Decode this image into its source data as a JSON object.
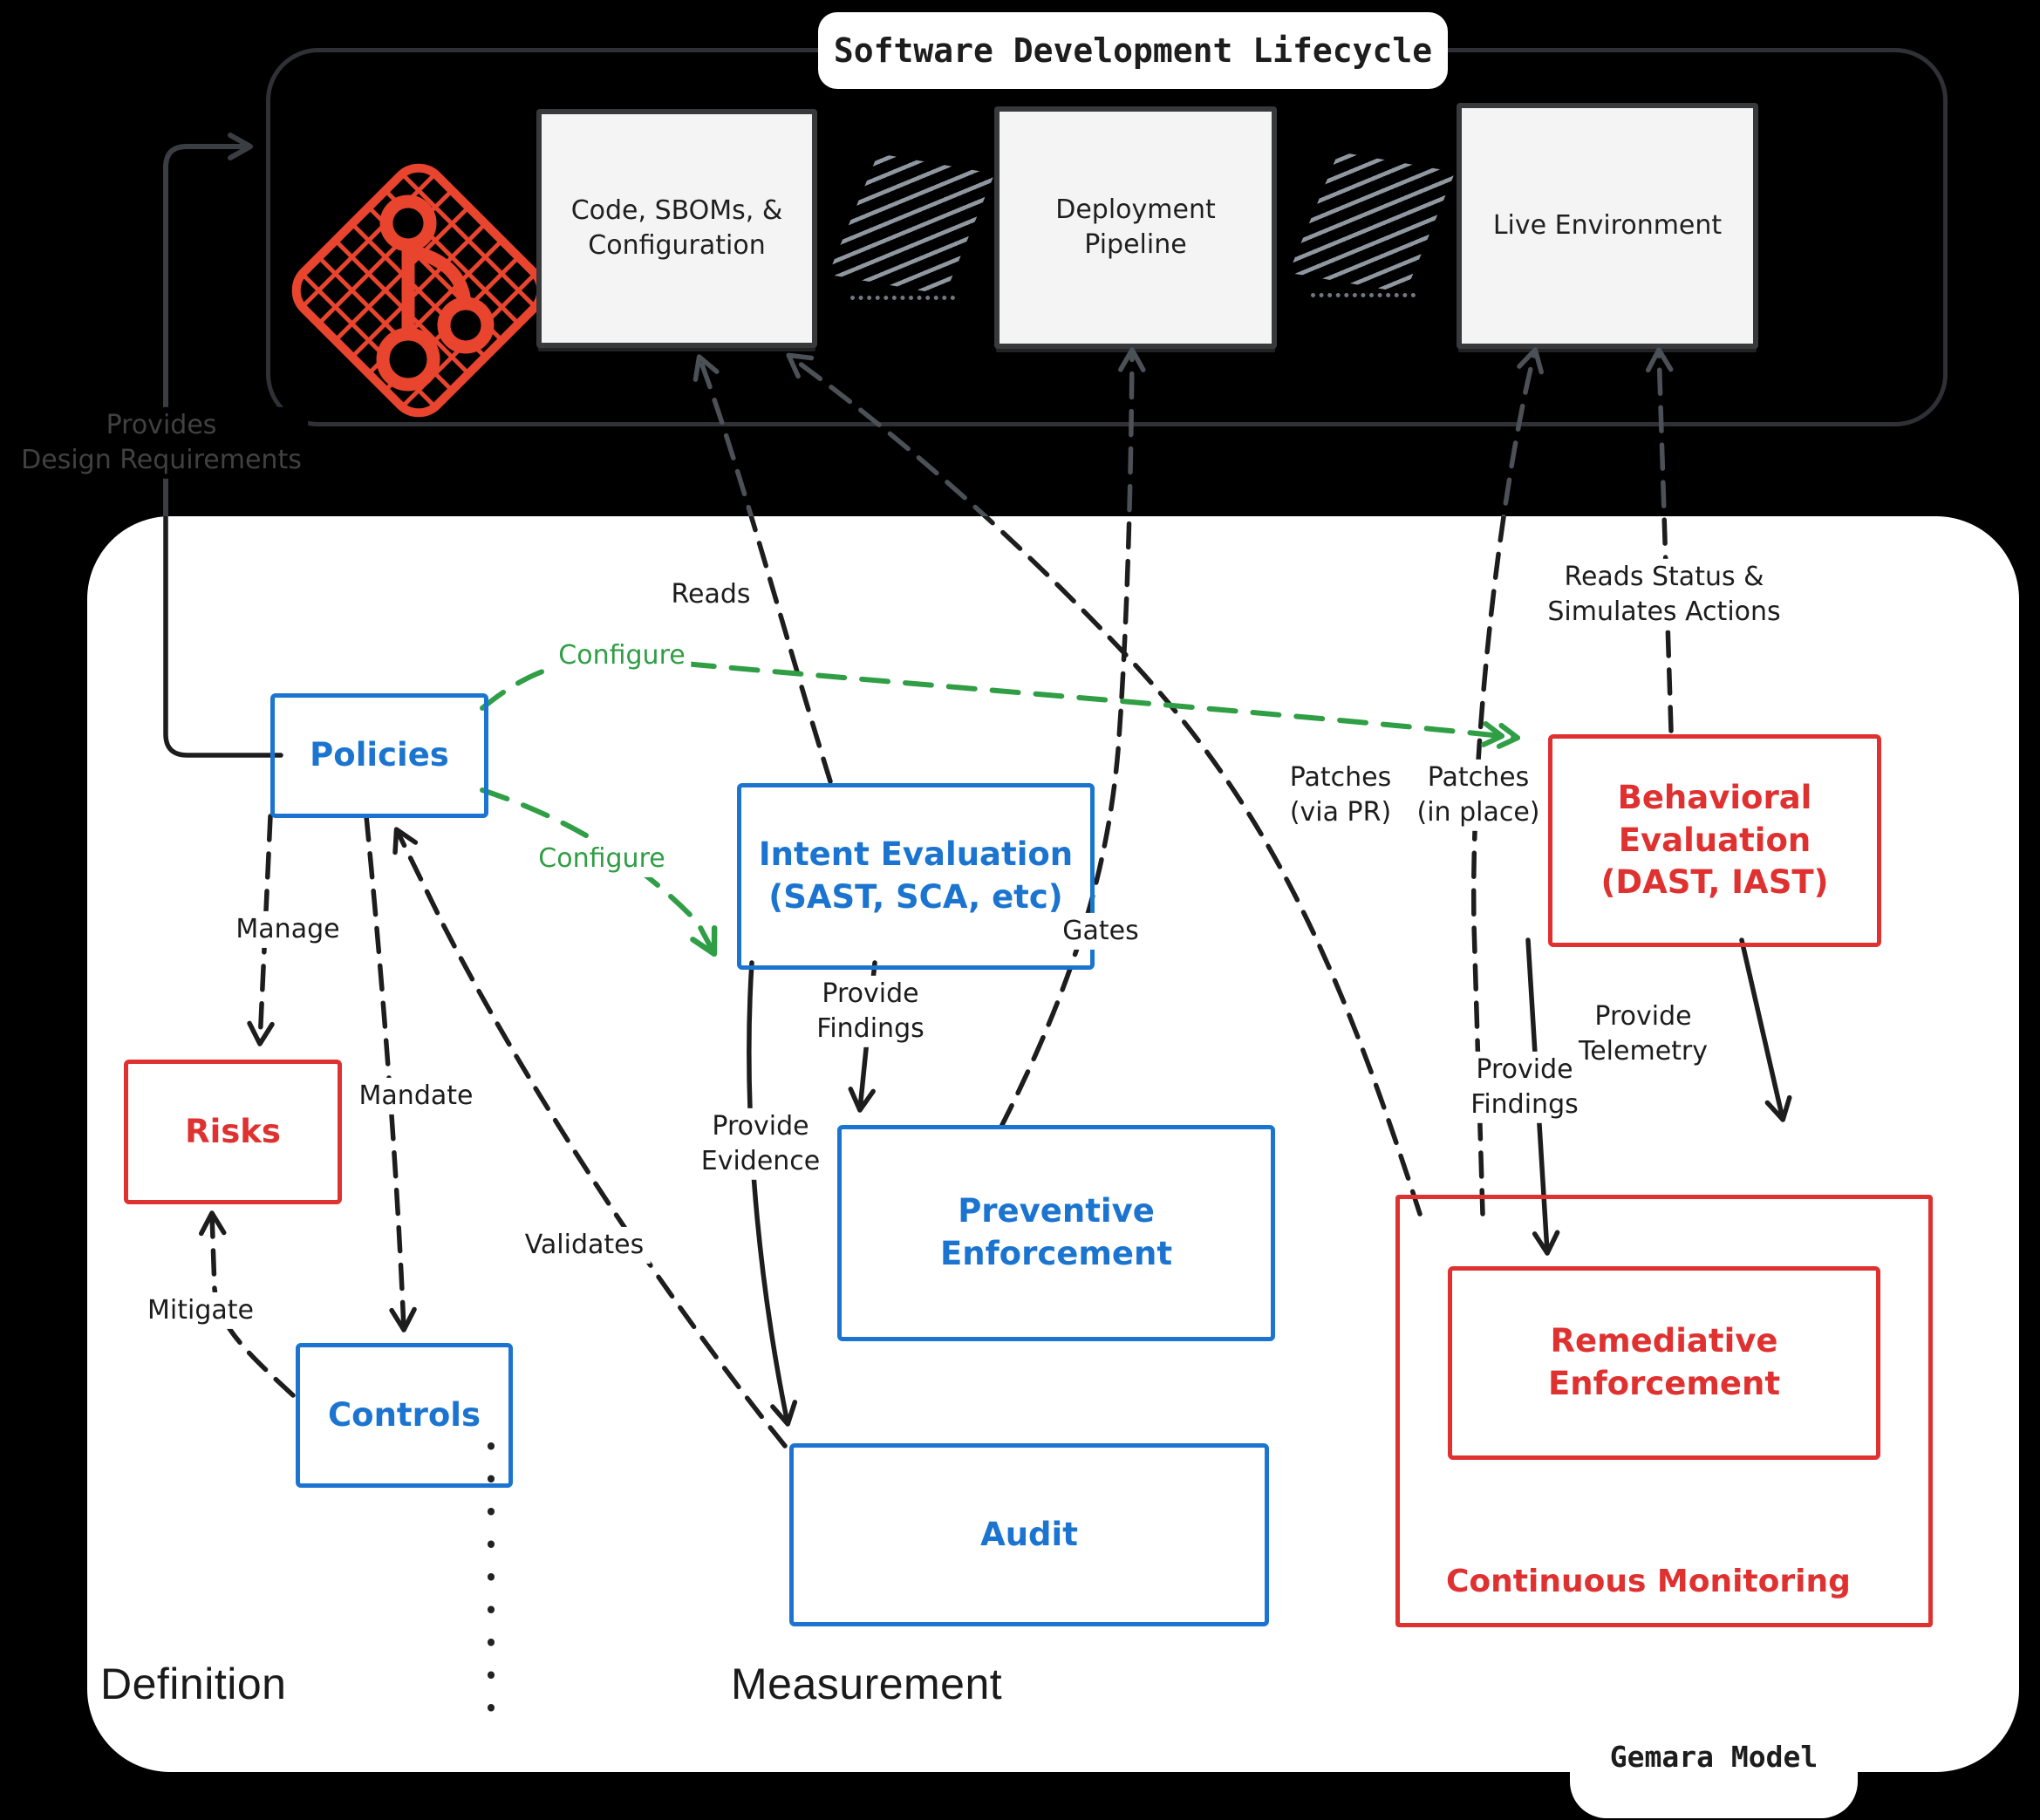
{
  "colors": {
    "blue": "#1b74cf",
    "red": "#e03131",
    "green": "#2f9e44",
    "git_red": "#e8442e"
  },
  "sdlc": {
    "title": "Software Development Lifecycle",
    "git_icon": "git-logo",
    "code_l1": "Code, SBOMs, &",
    "code_l2": "Configuration",
    "deploy_l1": "Deployment",
    "deploy_l2": "Pipeline",
    "live_l1": "Live Environment"
  },
  "model": {
    "tab": "Gemara Model",
    "definition": "Definition",
    "measurement": "Measurement",
    "policies": "Policies",
    "intent_l1": "Intent Evaluation",
    "intent_l2": "(SAST, SCA, etc)",
    "behavioral_l1": "Behavioral",
    "behavioral_l2": "Evaluation",
    "behavioral_l3": "(DAST, IAST)",
    "risks": "Risks",
    "controls": "Controls",
    "preventive_l1": "Preventive",
    "preventive_l2": "Enforcement",
    "audit": "Audit",
    "remediative_l1": "Remediative",
    "remediative_l2": "Enforcement",
    "continuous": "Continuous Monitoring"
  },
  "labels": {
    "provides_l1": "Provides",
    "provides_l2": "Design Requirements",
    "reads": "Reads",
    "configure_top": "Configure",
    "configure_bottom": "Configure",
    "reads_status_l1": "Reads Status &",
    "reads_status_l2": "Simulates Actions",
    "patches_pr_l1": "Patches",
    "patches_pr_l2": "(via PR)",
    "patches_inplace_l1": "Patches",
    "patches_inplace_l2": "(in place)",
    "gates": "Gates",
    "manage": "Manage",
    "mandate": "Mandate",
    "mitigate": "Mitigate",
    "validates": "Validates",
    "provide_evidence_l1": "Provide",
    "provide_evidence_l2": "Evidence",
    "provide_findings_l1": "Provide",
    "provide_findings_l2": "Findings",
    "provide_findings_right_l1": "Provide",
    "provide_findings_right_l2": "Findings",
    "provide_telemetry_l1": "Provide",
    "provide_telemetry_l2": "Telemetry"
  }
}
